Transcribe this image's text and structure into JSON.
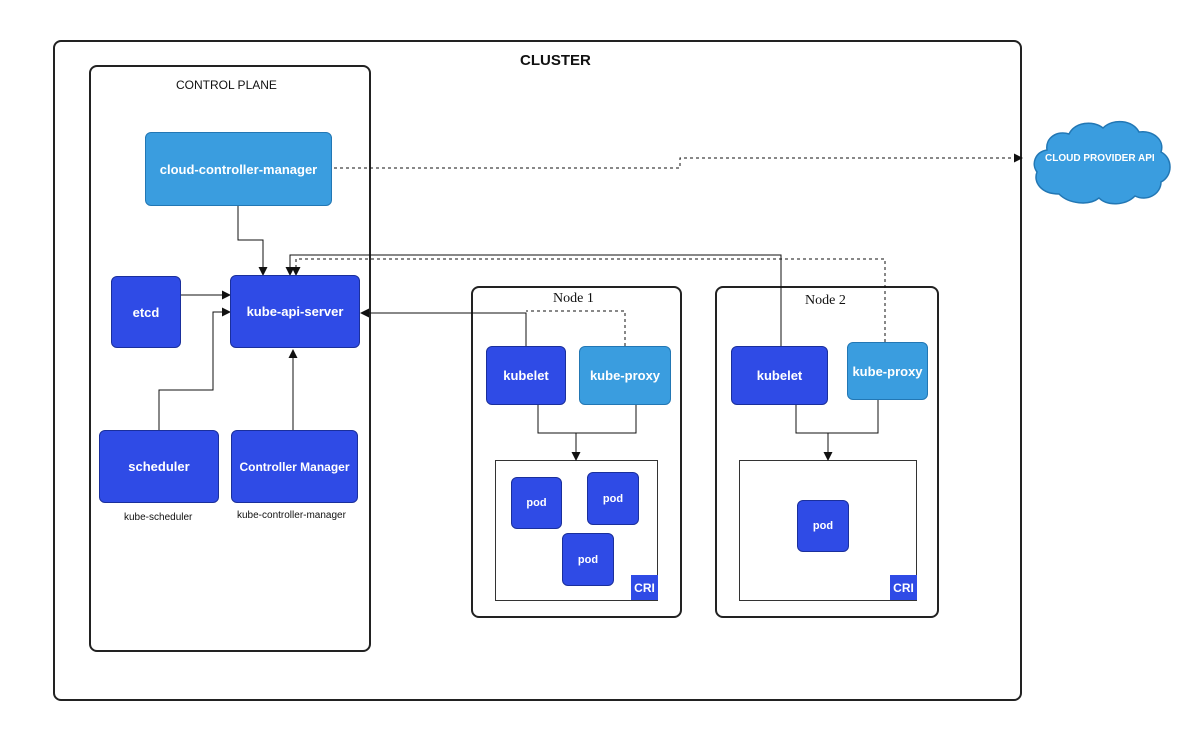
{
  "cluster": {
    "title": "CLUSTER"
  },
  "control_plane": {
    "title": "CONTROL PLANE",
    "cloud_controller_manager": "cloud-controller-manager",
    "etcd": "etcd",
    "kube_api_server": "kube-api-server",
    "scheduler": "scheduler",
    "scheduler_caption": "kube-scheduler",
    "controller_manager": "Controller Manager",
    "controller_manager_caption": "kube-controller-manager"
  },
  "cloud_provider": {
    "label": "CLOUD PROVIDER API"
  },
  "nodes": [
    {
      "title": "Node 1",
      "kubelet": "kubelet",
      "kube_proxy": "kube-proxy",
      "pods": [
        "pod",
        "pod",
        "pod"
      ],
      "runtime": "CRI"
    },
    {
      "title": "Node 2",
      "kubelet": "kubelet",
      "kube_proxy": "kube-proxy",
      "pods": [
        "pod"
      ],
      "runtime": "CRI"
    }
  ],
  "colors": {
    "component_dark": "#2f4be6",
    "component_light": "#3a9ddf",
    "cloud": "#3a9ddf"
  }
}
